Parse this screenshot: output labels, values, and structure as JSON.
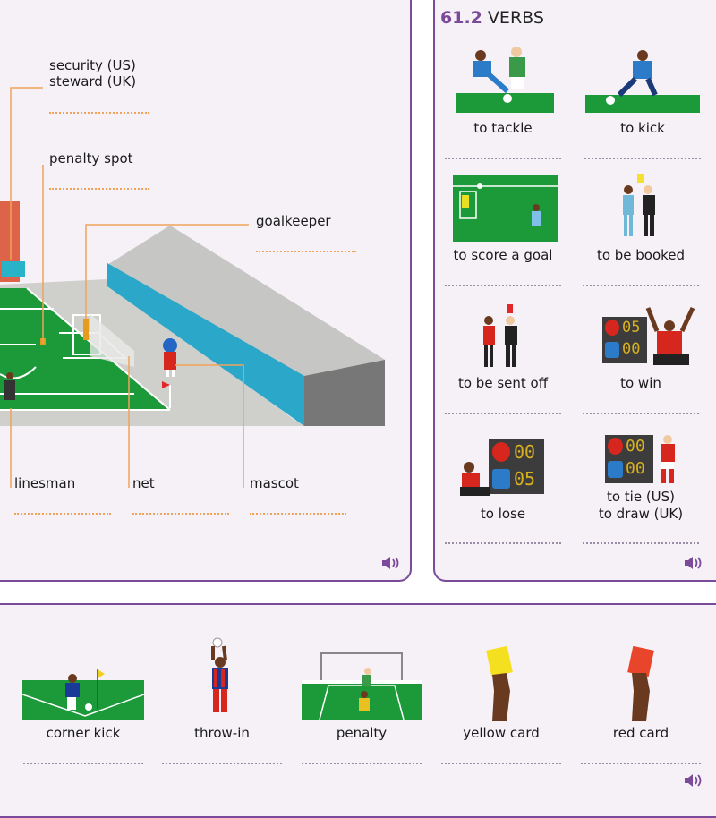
{
  "left": {
    "labels": {
      "security": "security (US)",
      "steward": "steward (UK)",
      "penalty_spot": "penalty spot",
      "goalkeeper": "goalkeeper",
      "linesman": "linesman",
      "net": "net",
      "mascot": "mascot"
    }
  },
  "verbs": {
    "section_number": "61.2",
    "section_title": "VERBS",
    "items": [
      {
        "label": "to tackle"
      },
      {
        "label": "to kick"
      },
      {
        "label": "to score a goal"
      },
      {
        "label": "to be booked"
      },
      {
        "label": "to be sent off"
      },
      {
        "label": "to win"
      },
      {
        "label": "to lose"
      },
      {
        "label": "to tie (US)",
        "label2": "to draw (UK)"
      }
    ],
    "scoreboard": {
      "win_top": "05",
      "win_bottom": "00",
      "lose_top": "00",
      "lose_bottom": "05",
      "tie_top": "00",
      "tie_bottom": "00"
    }
  },
  "bottom": {
    "items": [
      "corner kick",
      "throw-in",
      "penalty",
      "yellow card",
      "red card"
    ]
  },
  "colors": {
    "accent": "#7b4a9a",
    "pitch": "#1c9a3a",
    "orange": "#f0a35a",
    "wall": "#2aa7c9"
  },
  "icons": {
    "audio": "speaker-icon"
  }
}
